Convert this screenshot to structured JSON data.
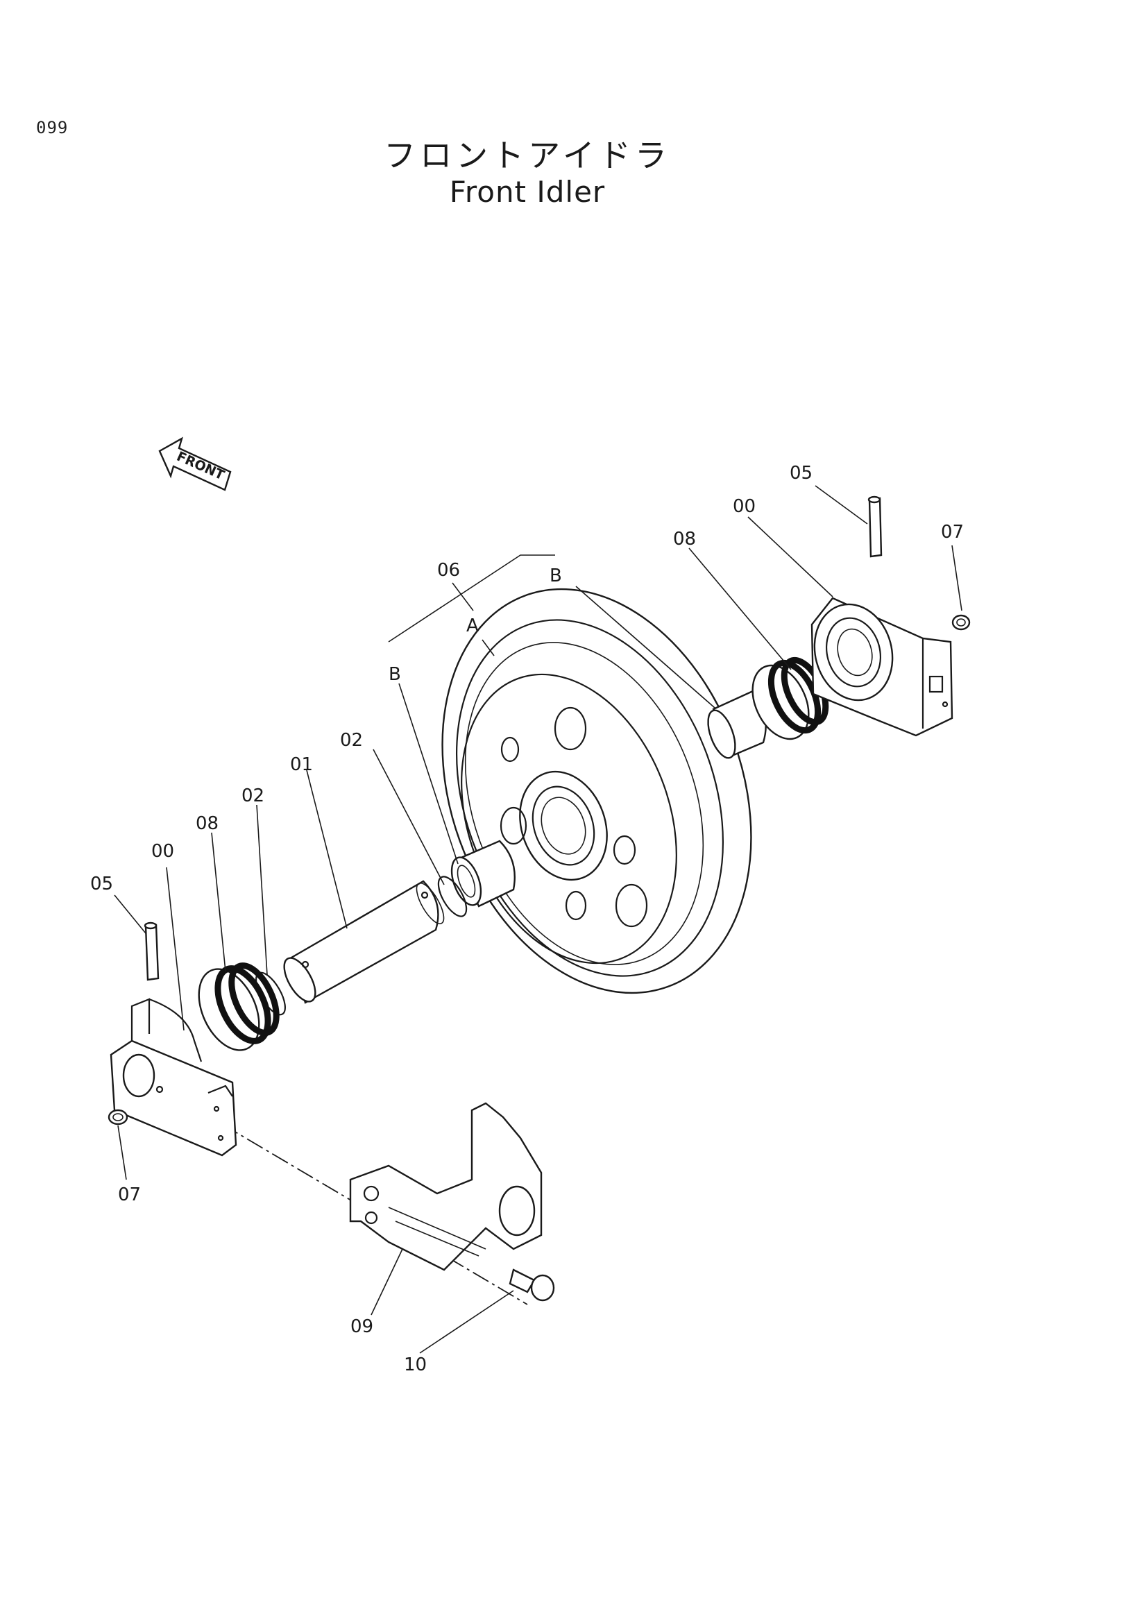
{
  "page_number": "099",
  "title_ja": "フロントアイドラ",
  "title_en": "Front Idler",
  "front_arrow_label": "FRONT",
  "callouts": [
    {
      "id": "05-right",
      "text": "05"
    },
    {
      "id": "00-right",
      "text": "00"
    },
    {
      "id": "07-right",
      "text": "07"
    },
    {
      "id": "08-right",
      "text": "08"
    },
    {
      "id": "06",
      "text": "06"
    },
    {
      "id": "B-top",
      "text": "B"
    },
    {
      "id": "A",
      "text": "A"
    },
    {
      "id": "B-left",
      "text": "B"
    },
    {
      "id": "02-upper",
      "text": "02"
    },
    {
      "id": "01",
      "text": "01"
    },
    {
      "id": "02-lower",
      "text": "02"
    },
    {
      "id": "08-left",
      "text": "08"
    },
    {
      "id": "00-left",
      "text": "00"
    },
    {
      "id": "05-left",
      "text": "05"
    },
    {
      "id": "07-left",
      "text": "07"
    },
    {
      "id": "09",
      "text": "09"
    },
    {
      "id": "10",
      "text": "10"
    }
  ]
}
